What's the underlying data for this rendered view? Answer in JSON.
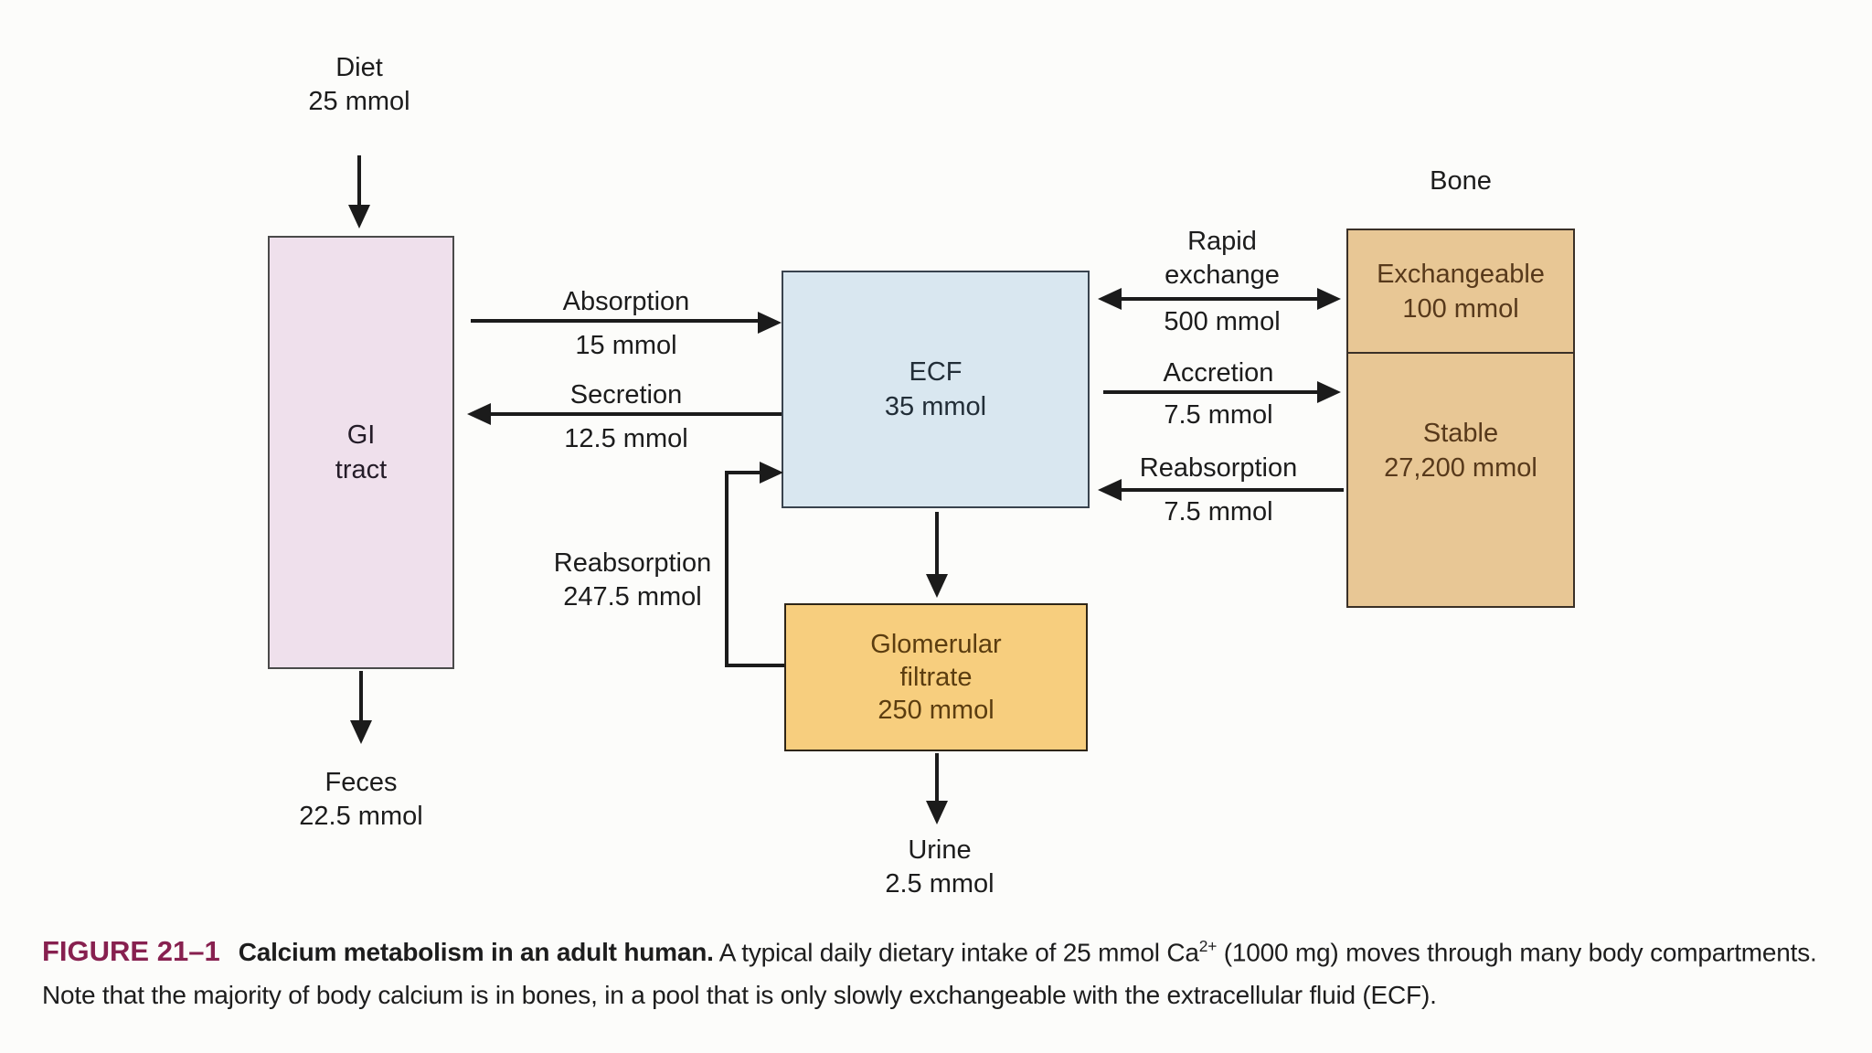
{
  "diagram": {
    "diet": {
      "line1": "Diet",
      "line2": "25 mmol"
    },
    "gi_tract": {
      "line1": "GI",
      "line2": "tract"
    },
    "feces": {
      "line1": "Feces",
      "line2": "22.5 mmol"
    },
    "absorption": {
      "label": "Absorption",
      "value": "15 mmol"
    },
    "secretion": {
      "label": "Secretion",
      "value": "12.5 mmol"
    },
    "ecf": {
      "line1": "ECF",
      "line2": "35 mmol"
    },
    "rapid_exchange": {
      "label_line1": "Rapid",
      "label_line2": "exchange",
      "value": "500 mmol"
    },
    "accretion": {
      "label": "Accretion",
      "value": "7.5 mmol"
    },
    "bone_reabsorption": {
      "label": "Reabsorption",
      "value": "7.5 mmol"
    },
    "bone": {
      "title": "Bone",
      "exchangeable_line1": "Exchangeable",
      "exchangeable_line2": "100 mmol",
      "stable_line1": "Stable",
      "stable_line2": "27,200 mmol"
    },
    "renal_reabsorption": {
      "label": "Reabsorption",
      "value": "247.5 mmol"
    },
    "glomerular_filtrate": {
      "line1": "Glomerular",
      "line2": "filtrate",
      "line3": "250 mmol"
    },
    "urine": {
      "line1": "Urine",
      "line2": "2.5 mmol"
    }
  },
  "caption": {
    "figure_label": "FIGURE 21–1",
    "title": "Calcium metabolism in an adult human.",
    "body_before_sup": "A typical daily dietary intake of 25 mmol Ca",
    "sup": "2+",
    "body_after_sup": " (1000 mg) moves through many body compartments. Note that the majority of body calcium is in bones, in a pool that is only slowly exchangeable with the extracellular fluid (ECF)."
  },
  "colors": {
    "background": "#fcfcfa",
    "gi_box_fill": "#efe0ec",
    "ecf_box_fill": "#d9e7f0",
    "bone_box_fill": "#e8c795",
    "glomerular_box_fill": "#f7ce7e",
    "arrow_and_text": "#1b1b1b",
    "bone_text": "#57391b",
    "glomerular_text": "#5b3d10",
    "figure_label_accent": "#87204f"
  }
}
